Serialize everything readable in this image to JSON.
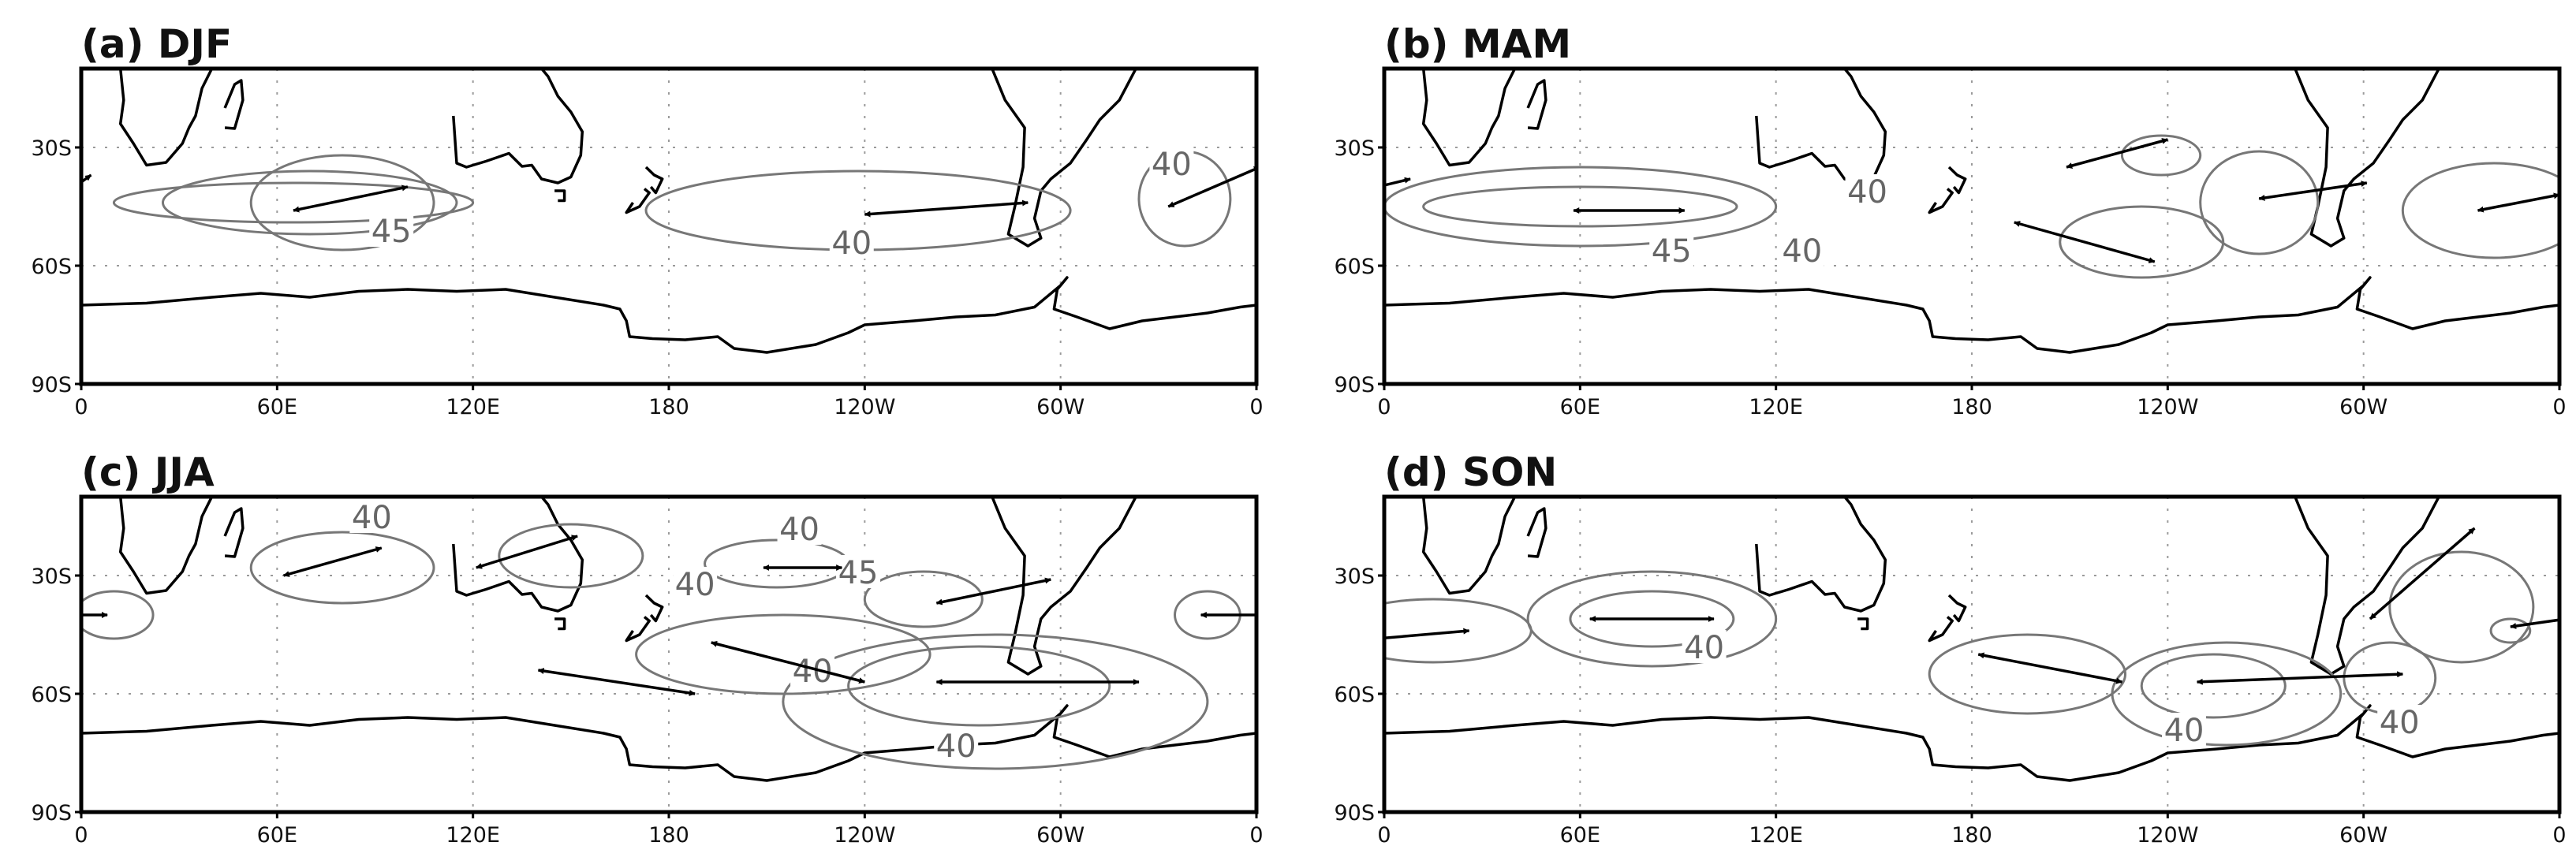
{
  "figure": {
    "panels": [
      {
        "id": "a",
        "title": "(a)  DJF",
        "x_ticks": [
          "0",
          "60E",
          "120E",
          "180",
          "120W",
          "60W",
          "0"
        ],
        "y_ticks": [
          "30S",
          "60S",
          "90S"
        ],
        "contour_labels": [
          {
            "text": "45",
            "lon": 95,
            "lat": -54
          },
          {
            "text": "40",
            "lon": 236,
            "lat": -57
          },
          {
            "text": "40",
            "lon": 334,
            "lat": -37
          }
        ],
        "contours": [
          {
            "lon": 65,
            "lat": -44,
            "rlon": 55,
            "rlat": 5
          },
          {
            "lon": 70,
            "lat": -44,
            "rlon": 45,
            "rlat": 8
          },
          {
            "lon": 80,
            "lat": -44,
            "rlon": 28,
            "rlat": 12
          },
          {
            "lon": 238,
            "lat": -46,
            "rlon": 65,
            "rlat": 10
          },
          {
            "lon": 338,
            "lat": -43,
            "rlon": 14,
            "rlat": 12
          }
        ],
        "arrows": [
          {
            "lon1": 65,
            "lat1": -46,
            "lon2": 100,
            "lat2": -40
          },
          {
            "lon1": 240,
            "lat1": -47,
            "lon2": 290,
            "lat2": -44
          },
          {
            "lon1": 333,
            "lat1": -45,
            "lon2": 361,
            "lat2": -35
          },
          {
            "lon1": -2,
            "lat1": -40,
            "lon2": 3,
            "lat2": -37
          }
        ]
      },
      {
        "id": "b",
        "title": "(b)  MAM",
        "x_ticks": [
          "0",
          "60E",
          "120E",
          "180",
          "120W",
          "60W",
          "0"
        ],
        "y_ticks": [
          "30S",
          "60S",
          "90S"
        ],
        "contour_labels": [
          {
            "text": "45",
            "lon": 88,
            "lat": -59
          },
          {
            "text": "40",
            "lon": 128,
            "lat": -59
          },
          {
            "text": "40",
            "lon": 148,
            "lat": -44
          }
        ],
        "contours": [
          {
            "lon": 60,
            "lat": -45,
            "rlon": 48,
            "rlat": 5
          },
          {
            "lon": 60,
            "lat": -45,
            "rlon": 60,
            "rlat": 10
          },
          {
            "lon": 232,
            "lat": -54,
            "rlon": 25,
            "rlat": 9
          },
          {
            "lon": 238,
            "lat": -32,
            "rlon": 12,
            "rlat": 5
          },
          {
            "lon": 268,
            "lat": -44,
            "rlon": 18,
            "rlat": 13
          },
          {
            "lon": 340,
            "lat": -46,
            "rlon": 28,
            "rlat": 12
          }
        ],
        "arrows": [
          {
            "lon1": 58,
            "lat1": -46,
            "lon2": 92,
            "lat2": -46
          },
          {
            "lon1": 193,
            "lat1": -49,
            "lon2": 236,
            "lat2": -59
          },
          {
            "lon1": 209,
            "lat1": -35,
            "lon2": 240,
            "lat2": -28
          },
          {
            "lon1": 268,
            "lat1": -43,
            "lon2": 301,
            "lat2": -39
          },
          {
            "lon1": 335,
            "lat1": -46,
            "lon2": 360,
            "lat2": -42
          },
          {
            "lon1": -2,
            "lat1": -40,
            "lon2": 8,
            "lat2": -38
          }
        ]
      },
      {
        "id": "c",
        "title": "(c)  JJA",
        "x_ticks": [
          "0",
          "60E",
          "120E",
          "180",
          "120W",
          "60W",
          "0"
        ],
        "y_ticks": [
          "30S",
          "60S",
          "90S"
        ],
        "contour_labels": [
          {
            "text": "40",
            "lon": 89,
            "lat": -18
          },
          {
            "text": "40",
            "lon": 220,
            "lat": -21
          },
          {
            "text": "40",
            "lon": 188,
            "lat": -35
          },
          {
            "text": "45",
            "lon": 238,
            "lat": -32
          },
          {
            "text": "40",
            "lon": 224,
            "lat": -57
          },
          {
            "text": "40",
            "lon": 268,
            "lat": -76
          }
        ],
        "contours": [
          {
            "lon": 10,
            "lat": -40,
            "rlon": 12,
            "rlat": 6
          },
          {
            "lon": 80,
            "lat": -28,
            "rlon": 28,
            "rlat": 9
          },
          {
            "lon": 150,
            "lat": -25,
            "rlon": 22,
            "rlat": 8
          },
          {
            "lon": 213,
            "lat": -27,
            "rlon": 22,
            "rlat": 6
          },
          {
            "lon": 258,
            "lat": -36,
            "rlon": 18,
            "rlat": 7
          },
          {
            "lon": 215,
            "lat": -50,
            "rlon": 45,
            "rlat": 10
          },
          {
            "lon": 275,
            "lat": -58,
            "rlon": 40,
            "rlat": 10
          },
          {
            "lon": 280,
            "lat": -62,
            "rlon": 65,
            "rlat": 17
          },
          {
            "lon": 345,
            "lat": -40,
            "rlon": 10,
            "rlat": 6
          }
        ],
        "arrows": [
          {
            "lon1": 62,
            "lat1": -30,
            "lon2": 92,
            "lat2": -23
          },
          {
            "lon1": 121,
            "lat1": -28,
            "lon2": 152,
            "lat2": -20
          },
          {
            "lon1": 209,
            "lat1": -28,
            "lon2": 233,
            "lat2": -28
          },
          {
            "lon1": 262,
            "lat1": -37,
            "lon2": 297,
            "lat2": -31
          },
          {
            "lon1": 140,
            "lat1": -54,
            "lon2": 188,
            "lat2": -60
          },
          {
            "lon1": 193,
            "lat1": -47,
            "lon2": 240,
            "lat2": -57
          },
          {
            "lon1": 262,
            "lat1": -57,
            "lon2": 324,
            "lat2": -57
          },
          {
            "lon1": 343,
            "lat1": -40,
            "lon2": 362,
            "lat2": -40
          },
          {
            "lon1": -2,
            "lat1": -40,
            "lon2": 8,
            "lat2": -40
          }
        ]
      },
      {
        "id": "d",
        "title": "(d)  SON",
        "x_ticks": [
          "0",
          "60E",
          "120E",
          "180",
          "120W",
          "60W",
          "0"
        ],
        "y_ticks": [
          "30S",
          "60S",
          "90S"
        ],
        "contour_labels": [
          {
            "text": "40",
            "lon": 98,
            "lat": -51
          },
          {
            "text": "40",
            "lon": 245,
            "lat": -72
          },
          {
            "text": "40",
            "lon": 311,
            "lat": -70
          }
        ],
        "contours": [
          {
            "lon": 82,
            "lat": -41,
            "rlon": 25,
            "rlat": 7
          },
          {
            "lon": 82,
            "lat": -41,
            "rlon": 38,
            "rlat": 12
          },
          {
            "lon": 15,
            "lat": -44,
            "rlon": 30,
            "rlat": 8
          },
          {
            "lon": 197,
            "lat": -55,
            "rlon": 30,
            "rlat": 10
          },
          {
            "lon": 254,
            "lat": -58,
            "rlon": 22,
            "rlat": 8
          },
          {
            "lon": 258,
            "lat": -60,
            "rlon": 35,
            "rlat": 13
          },
          {
            "lon": 308,
            "lat": -56,
            "rlon": 14,
            "rlat": 9
          },
          {
            "lon": 330,
            "lat": -38,
            "rlon": 22,
            "rlat": 14
          },
          {
            "lon": 345,
            "lat": -44,
            "rlon": 6,
            "rlat": 3
          }
        ],
        "arrows": [
          {
            "lon1": 63,
            "lat1": -41,
            "lon2": 101,
            "lat2": -41
          },
          {
            "lon1": 182,
            "lat1": -50,
            "lon2": 226,
            "lat2": -57
          },
          {
            "lon1": 249,
            "lat1": -57,
            "lon2": 312,
            "lat2": -55
          },
          {
            "lon1": 302,
            "lat1": -41,
            "lon2": 334,
            "lat2": -18
          },
          {
            "lon1": -2,
            "lat1": -46,
            "lon2": 26,
            "lat2": -44
          },
          {
            "lon1": 345,
            "lat1": -43,
            "lon2": 362,
            "lat2": -41
          }
        ]
      }
    ]
  }
}
